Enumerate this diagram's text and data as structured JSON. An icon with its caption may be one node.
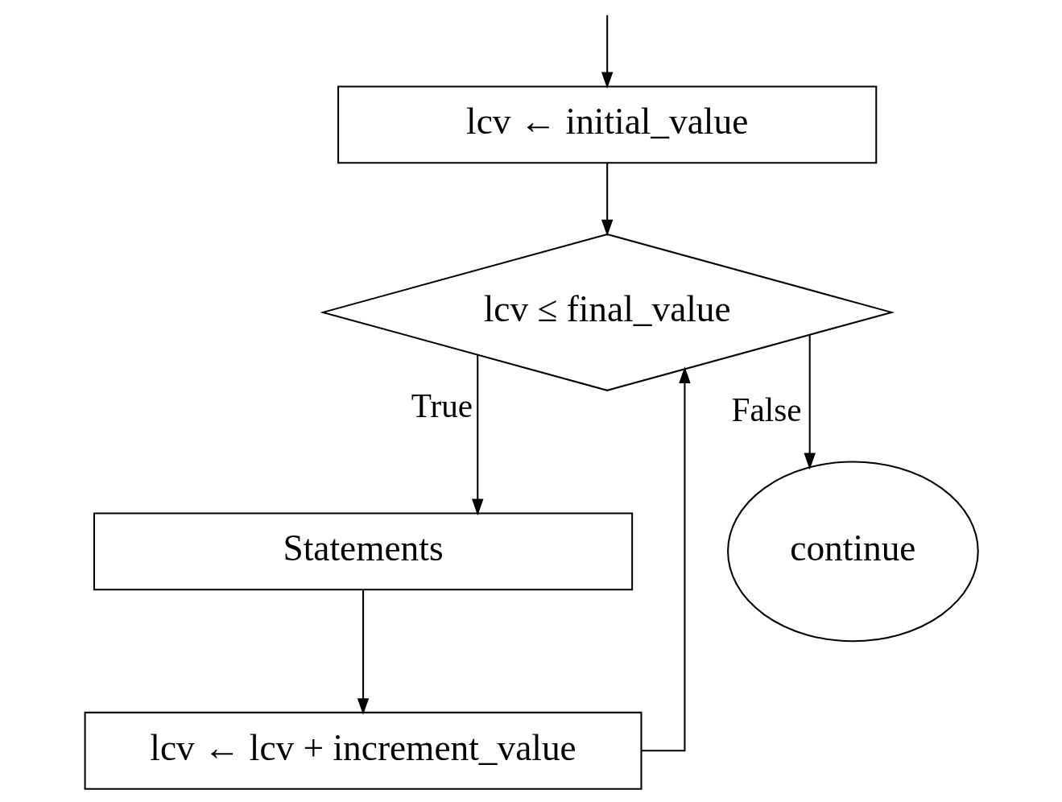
{
  "diagram": {
    "nodes": [
      {
        "text": [
          "lcv ← initial_value"
        ]
      },
      {
        "text": [
          "lcv ≤ final_value"
        ]
      },
      {
        "text": [
          "Statements"
        ]
      },
      {
        "text": [
          "lcv ← lcv + increment_value"
        ]
      },
      {
        "text": [
          "continue"
        ]
      }
    ],
    "edges": [
      {
        "from": null,
        "to": 0,
        "arrow": "to"
      },
      {
        "from": 0,
        "to": 1,
        "arrow": "to"
      },
      {
        "from": 1,
        "to": 4,
        "arrow": "to",
        "label": "False"
      },
      {
        "from": 1,
        "to": 2,
        "arrow": "to",
        "label": "True"
      },
      {
        "from": 2,
        "to": 3,
        "arrow": "to"
      },
      {
        "from": 3,
        "to": 1,
        "arrow": "to"
      }
    ]
  }
}
